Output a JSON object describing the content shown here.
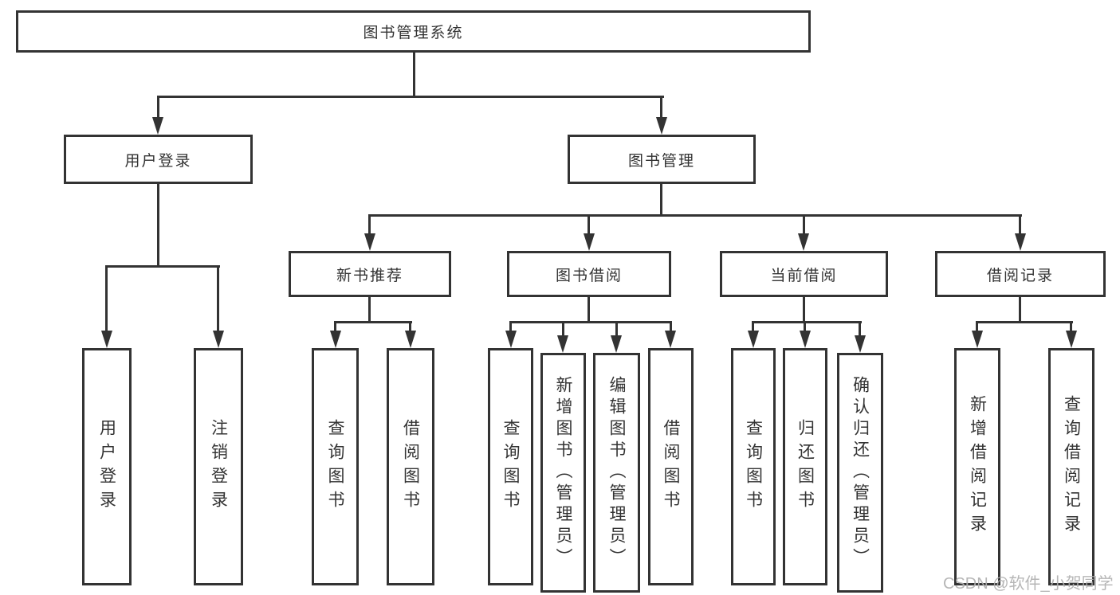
{
  "diagram": {
    "root": {
      "label": "图书管理系统"
    },
    "level2": [
      {
        "label": "用户登录"
      },
      {
        "label": "图书管理"
      }
    ],
    "level3": [
      {
        "label": "新书推荐"
      },
      {
        "label": "图书借阅"
      },
      {
        "label": "当前借阅"
      },
      {
        "label": "借阅记录"
      }
    ],
    "leaves": {
      "user_login": [
        "用户登录",
        "注销登录"
      ],
      "new_book_recommend": [
        "查询图书",
        "借阅图书"
      ],
      "book_borrow": [
        "查询图书",
        "新增图书（管理员）",
        "编辑图书（管理员）",
        "借阅图书"
      ],
      "current_borrow": [
        "查询图书",
        "归还图书",
        "确认归还（管理员）"
      ],
      "borrow_records": [
        "新增借阅记录",
        "查询借阅记录"
      ]
    }
  },
  "watermark": {
    "text": "CSDN @软件_小贺同学"
  },
  "colors": {
    "line": "#333333",
    "text": "#333333",
    "watermark": "#b0b0b0"
  }
}
